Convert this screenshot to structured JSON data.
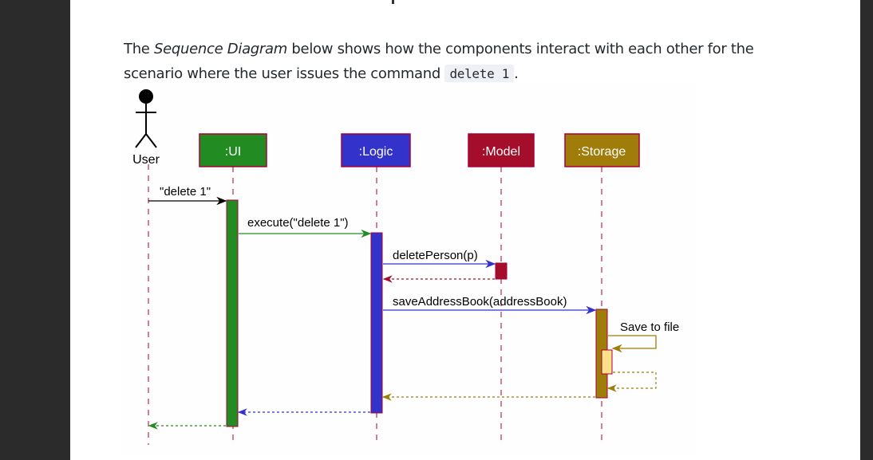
{
  "paragraph": {
    "text_before": "The ",
    "emphasis": "Sequence Diagram",
    "text_middle": " below shows how the components interact with each other for the scenario where the user issues the command ",
    "code": "delete 1",
    "text_after": "."
  },
  "diagram": {
    "actor_label": "User",
    "participants": {
      "ui": ":UI",
      "logic": ":Logic",
      "model": ":Model",
      "storage": ":Storage"
    },
    "messages": {
      "m1": "\"delete 1\"",
      "m2": "execute(\"delete 1\")",
      "m3": "deletePerson(p)",
      "m4": "saveAddressBook(addressBook)",
      "m5": "Save to file"
    },
    "colors": {
      "ui": "#228B22",
      "logic": "#3333CC",
      "model": "#A50E2A",
      "storage": "#A07D0A",
      "border": "#A80036",
      "self_activation": "#FFE08A"
    }
  }
}
